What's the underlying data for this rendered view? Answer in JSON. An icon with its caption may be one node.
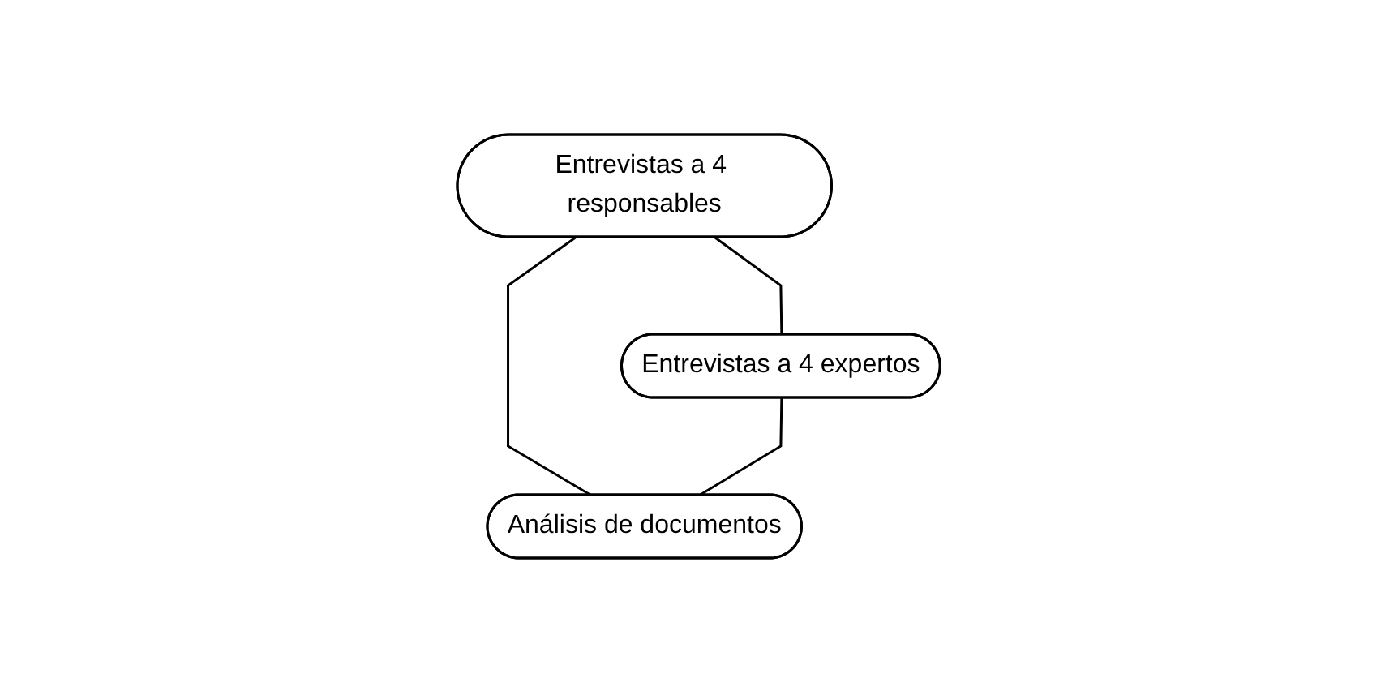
{
  "diagram": {
    "nodes": [
      {
        "text": [
          "Entrevistas a 4 responsables"
        ]
      },
      {
        "text": [
          "Entrevistas a 4 expertos"
        ]
      },
      {
        "text": [
          "Análisis de documentos"
        ]
      }
    ],
    "edges": [
      {
        "from": 0,
        "to": 1,
        "arrow": "none"
      },
      {
        "from": 0,
        "to": 2,
        "arrow": "none"
      },
      {
        "from": 1,
        "to": 2,
        "arrow": "none"
      }
    ]
  }
}
